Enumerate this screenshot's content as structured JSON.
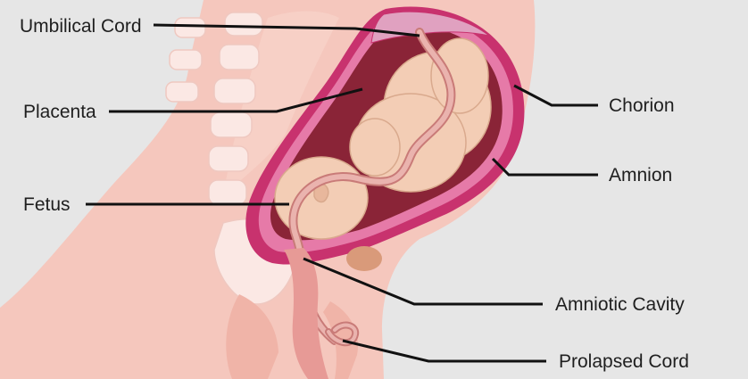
{
  "labels": {
    "umbilical_cord": "Umbilical Cord",
    "placenta": "Placenta",
    "fetus": "Fetus",
    "chorion": "Chorion",
    "amnion": "Amnion",
    "amniotic_cavity": "Amniotic Cavity",
    "prolapsed_cord": "Prolapsed Cord"
  },
  "colors": {
    "background": "#e6e6e6",
    "skin": "#f5c7bd",
    "uterine_wall": "#c8326e",
    "chorion_band": "#e67aa8",
    "amniotic_fluid": "#8a2437",
    "fetus": "#f3cdb5",
    "umbilical_cord": "#e8a6a0",
    "bone": "#fbe8e4",
    "leader_line": "#111111"
  }
}
